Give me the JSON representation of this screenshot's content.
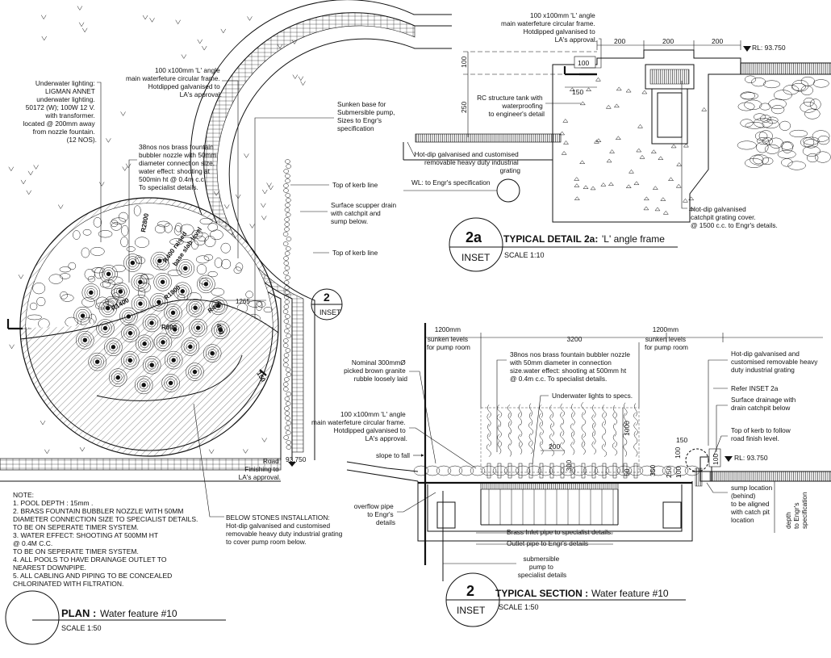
{
  "plan": {
    "title": "PLAN :",
    "title_rest": " Water feature  #10",
    "scale": "SCALE 1:50",
    "inset_ref": {
      "num": "2",
      "label": "INSET"
    },
    "dims": {
      "r2800": "R2800",
      "r400raised": "R400 raised",
      "base_slab": "base slab level",
      "r1400": "R1400",
      "r1800": "R1800",
      "r800": "R800",
      "r400": "R400",
      "d400": "400",
      "d1265": "1265",
      "d150": "150"
    },
    "road_level": "93.750",
    "labels": {
      "lighting": [
        "Underwater lighting:",
        "LIGMAN ANNET",
        "underwater lighting.",
        "50172 (W); 100W 12 V.",
        "with transformer.",
        "located @ 200mm away",
        "from nozzle fountain.",
        "(12 NOS)."
      ],
      "angle": [
        "100 x100mm 'L' angle",
        "main waterfeture circular frame.",
        "Hotdipped galvanised to",
        "LA's approval."
      ],
      "nozzle": [
        "38nos nos brass fountain",
        "bubbler nozzle with 50mm",
        "diameter connection size.",
        "water effect:  shooting at",
        "500min ht  @ 0.4m c.c.",
        "To specialist details."
      ],
      "sunken": [
        "Sunken base for",
        "Submersible pump,",
        "Sizes to Engr's",
        "specification"
      ],
      "kerb1": "Top of  kerb line",
      "scupper": [
        "Surface scupper drain",
        "with catchpit and",
        "sump below."
      ],
      "kerb2": "Top of  kerb line",
      "road": [
        "Road",
        "Finishing to",
        "LA's approval."
      ],
      "below": [
        "BELOW STONES  INSTALLATION:",
        "Hot-dip galvanised and customised",
        "removable heavy duty industrial grating",
        "to cover pump room below."
      ]
    },
    "notes": [
      "NOTE:",
      "1.  POOL DEPTH : 15mm .",
      "2. BRASS FOUNTAIN BUBBLER NOZZLE WITH 50MM",
      "DIAMETER CONNECTION SIZE TO SPECIALIST DETAILS.",
      "TO BE ON SEPERATE TIMER SYSTEM.",
      "3. WATER EFFECT:  SHOOTING AT 500MM HT",
      "@ 0.4M C.C.",
      "TO BE ON SEPERATE TIMER SYSTEM.",
      "4. ALL POOLS TO HAVE DRAINAGE OUTLET TO",
      "NEAREST DOWNPIPE.",
      "5. ALL CABLING AND PIPING TO BE CONCEALED",
      "CHLORINATED WITH FILTRATION."
    ]
  },
  "detail": {
    "num": "2a",
    "inset": "INSET",
    "title": "TYPICAL DETAIL 2a:",
    "title_rest": " 'L' angle frame",
    "scale": "SCALE 1:10",
    "dims": {
      "d200a": "200",
      "d200b": "200",
      "d200c": "200",
      "d100v": "100",
      "d100h": "100",
      "d250": "250",
      "d150": "150"
    },
    "rl": "RL: 93.750",
    "labels": {
      "angle": [
        "100 x100mm 'L' angle",
        "main waterfeture circular frame.",
        "Hotdipped galvanised to",
        "LA's approval."
      ],
      "rc": [
        "RC structure tank with",
        "waterproofing",
        "to engineer's detail"
      ],
      "grating": [
        "Hot-dip galvanised and customised",
        "removable heavy duty industrial",
        "grating"
      ],
      "wl": "WL: to Engr's specification",
      "catchpit": [
        "Hot-dip galvanised",
        "catchpit grating cover.",
        "@ 1500 c.c. to Engr's details."
      ]
    }
  },
  "section": {
    "num": "2",
    "inset": "INSET",
    "title": "TYPICAL SECTION :",
    "title_rest": " Water feature  #10",
    "scale": "SCALE 1:50",
    "dims": {
      "d1200a": "1200mm",
      "sunken_a": [
        "sunken levels",
        "for pump room"
      ],
      "d3200": "3200",
      "d1200b": "1200mm",
      "sunken_b": [
        "sunken levels",
        "for pump room"
      ],
      "d1000": "1000",
      "d200": "200",
      "d300": "300",
      "d50": "50",
      "d350": "350",
      "d250": "250",
      "d100a": "100",
      "d100b": "100",
      "d150": "150",
      "d100c": "100"
    },
    "rl": "RL: 93.750",
    "labels": {
      "rubble": [
        "Nominal 300mmØ",
        "picked brown  granite",
        "rubble loosely laid"
      ],
      "nozzle": [
        "38nos nos brass fountain bubbler nozzle",
        "with 50mm diameter in connection",
        "size.water effect:  shooting at 500mm ht",
        "@ 0.4m c.c. To specialist details."
      ],
      "lights": "Underwater lights to specs.",
      "grating": [
        "Hot-dip galvanised and",
        "customised removable heavy",
        "duty industrial grating"
      ],
      "refer": "Refer INSET  2a",
      "drainage": [
        "Surface drainage with",
        "drain catchpit below"
      ],
      "kerb": [
        "Top of kerb to follow",
        "road finish level."
      ],
      "angle": [
        "100 x100mm 'L' angle",
        "main waterfeture circular frame.",
        "Hotdipped galvanised to",
        "LA's approval."
      ],
      "slope": "slope to fall",
      "overflow": [
        "overflow pipe",
        "to Engr's",
        "details"
      ],
      "inlet": "Brass Inlet pipe to specialist details.",
      "outlet": "Outlet pipe to Engr's details",
      "pump": [
        "submersible",
        "pump to",
        "specialist details"
      ],
      "sump": [
        "sump location",
        "(behind)",
        "to be aligned",
        "with catch pit",
        "location"
      ],
      "depth": [
        "depth",
        "to Engr's",
        "specification"
      ]
    }
  }
}
